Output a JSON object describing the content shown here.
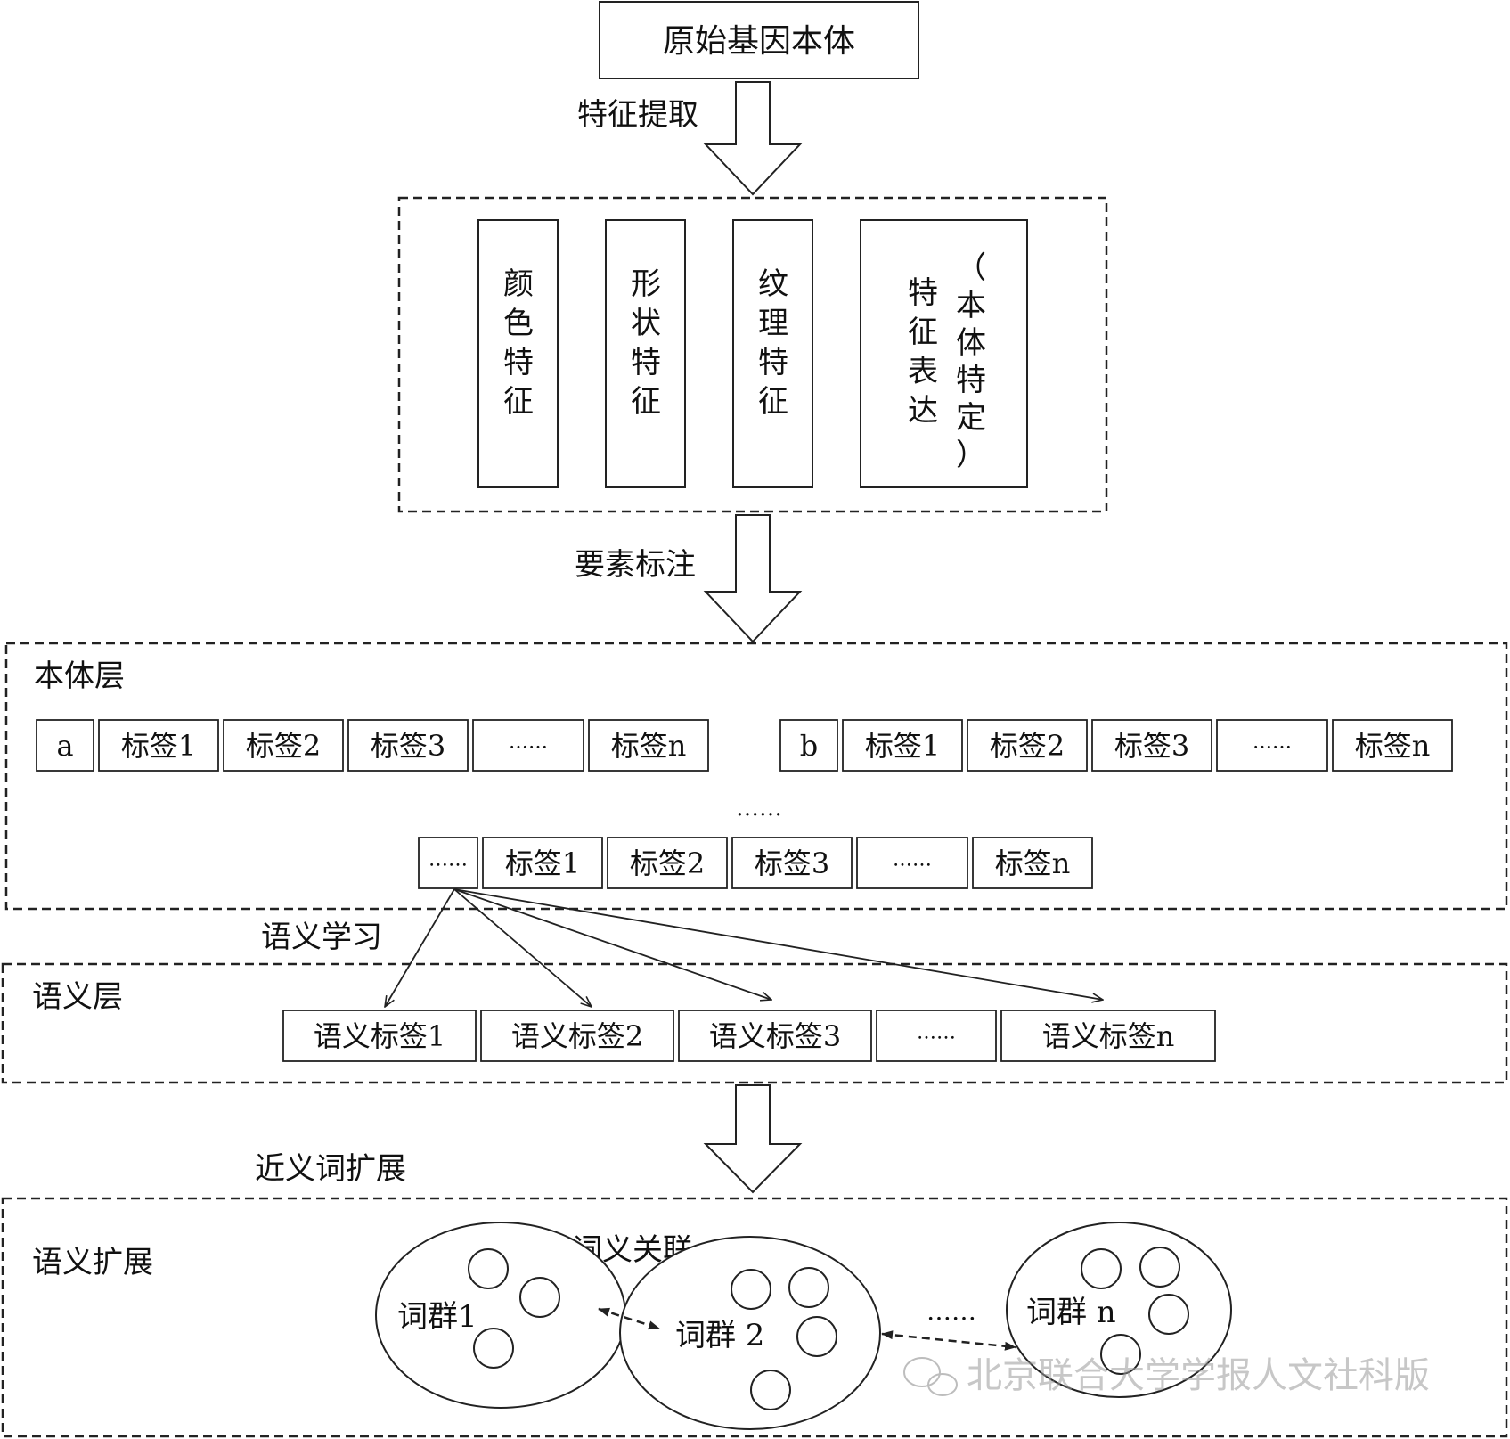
{
  "top_box": "原始基因本体",
  "arrows": {
    "feature_extraction": "特征提取",
    "element_annotation": "要素标注",
    "semantic_learning": "语义学习",
    "synonym_expansion": "近义词扩展"
  },
  "features": [
    {
      "label": "颜色特征"
    },
    {
      "label": "形状特征"
    },
    {
      "label": "纹理特征"
    },
    {
      "col1": "特征表达",
      "col2": "（本体特定）"
    }
  ],
  "ontology_layer": {
    "title": "本体层",
    "row_a": [
      "a",
      "标签1",
      "标签2",
      "标签3",
      "……",
      "标签n"
    ],
    "row_b": [
      "b",
      "标签1",
      "标签2",
      "标签3",
      "……",
      "标签n"
    ],
    "middle_dots": "……",
    "row_c": [
      "……",
      "标签1",
      "标签2",
      "标签3",
      "……",
      "标签n"
    ]
  },
  "semantic_layer": {
    "title": "语义层",
    "labels": [
      "语义标签1",
      "语义标签2",
      "语义标签3",
      "……",
      "语义标签n"
    ]
  },
  "semantic_expansion": {
    "title": "语义扩展",
    "relation_label": "词义关联",
    "clusters": [
      "词群1",
      "词群 2",
      "词群 n"
    ],
    "between_dots": "……"
  },
  "watermark": "北京联合大学学报人文社科版"
}
